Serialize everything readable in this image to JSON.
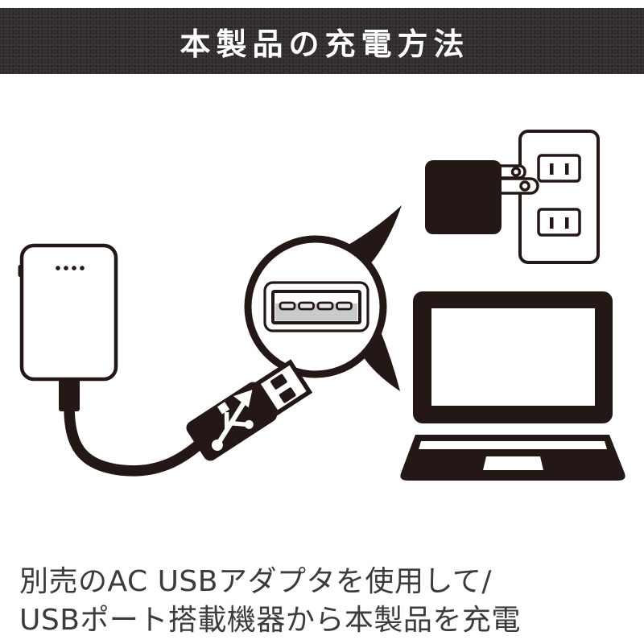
{
  "header": {
    "title": "本製品の充電方法"
  },
  "caption": {
    "line1": "別売のAC USBアダプタを使用して/",
    "line2": "USBポート搭載機器から本製品を充電"
  },
  "illustration": {
    "description_icons": [
      "power-bank-icon",
      "power-bank-led-dots-icon",
      "usb-cable-icon",
      "usb-a-connector-icon",
      "usb-trident-icon",
      "magnifier-callout-icon",
      "usb-a-port-icon",
      "ac-usb-adapter-icon",
      "plug-prongs-icon",
      "wall-outlet-icon",
      "laptop-icon"
    ]
  },
  "colors": {
    "ink": "#231815",
    "header_bg": "#312e2d",
    "header_text": "#ffffff",
    "caption_text": "#3b3b3b",
    "port_gray": "#c9caca",
    "pad_gray": "#e9e9e9",
    "background": "#ffffff"
  }
}
